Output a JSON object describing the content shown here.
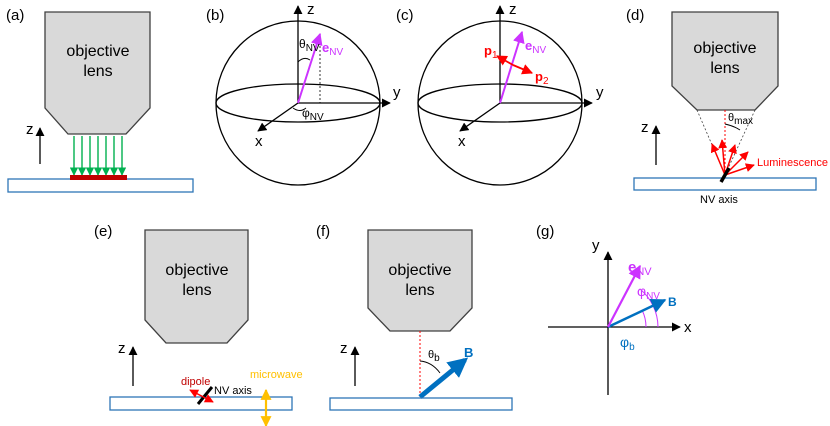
{
  "panels": {
    "a": {
      "tag": "(a)",
      "lens_line1": "objective",
      "lens_line2": "lens",
      "z": "z"
    },
    "b": {
      "tag": "(b)",
      "z": "z",
      "y": "y",
      "x": "x",
      "theta": "θ",
      "theta_sub": "NV",
      "e": "e",
      "e_sub": "NV",
      "phi": "φ",
      "phi_sub": "NV"
    },
    "c": {
      "tag": "(c)",
      "z": "z",
      "y": "y",
      "x": "x",
      "e": "e",
      "e_sub": "NV",
      "p1": "p",
      "p1_sub": "1",
      "p2": "p",
      "p2_sub": "2"
    },
    "d": {
      "tag": "(d)",
      "lens_line1": "objective",
      "lens_line2": "lens",
      "z": "z",
      "theta": "θ",
      "theta_sub": "max",
      "luminescence": "Luminescence",
      "nv_axis": "NV axis"
    },
    "e": {
      "tag": "(e)",
      "lens_line1": "objective",
      "lens_line2": "lens",
      "z": "z",
      "dipole": "dipole",
      "nv_axis": "NV axis",
      "microwave": "microwave"
    },
    "f": {
      "tag": "(f)",
      "lens_line1": "objective",
      "lens_line2": "lens",
      "z": "z",
      "theta": "θ",
      "theta_sub": "b",
      "b": "B"
    },
    "g": {
      "tag": "(g)",
      "y": "y",
      "x": "x",
      "e": "e",
      "e_sub": "NV",
      "phi_nv": "φ",
      "phi_nv_sub": "NV",
      "b": "B",
      "phi_b": "φ",
      "phi_b_sub": "b"
    }
  },
  "colors": {
    "lens_fill": "#d9d9d9",
    "lens_stroke": "#404040",
    "substrate": "#2e75b6",
    "beam": "#00b050",
    "sample": "#c00000",
    "nv_vector": "#cc33ff",
    "p_vector": "#ff0000",
    "b_field": "#0070c0",
    "microwave": "#ffc000",
    "dotted": "#ff0000"
  }
}
